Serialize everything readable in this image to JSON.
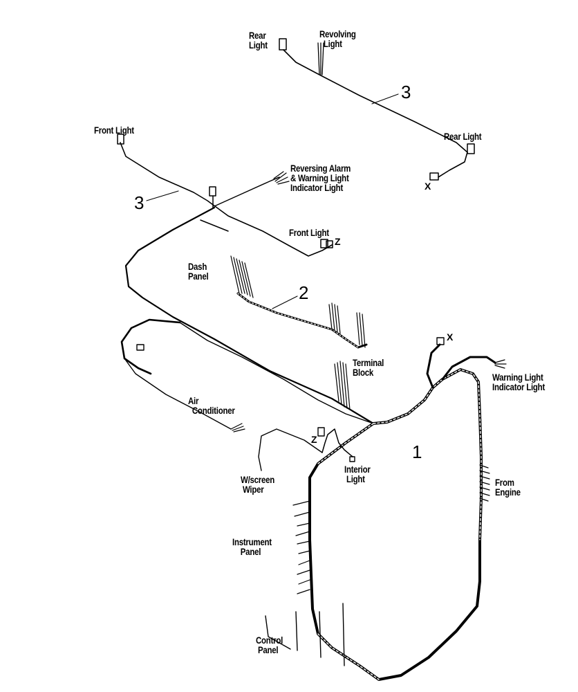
{
  "labels": {
    "rear_light_top": "Rear\nLight",
    "revolving_light": "Revolving\n  Light",
    "rear_light_right": "Rear Light",
    "front_light_left": "Front Light",
    "reversing_alarm": "Reversing Alarm\n& Warning Light\nIndicator Light",
    "front_light_mid": "Front Light",
    "dash_panel": "Dash\nPanel",
    "terminal_block": "Terminal\nBlock",
    "warning_light": "Warning Light\nIndicator Light",
    "air_conditioner": "Air\n  Conditioner",
    "interior_light": "Interior\n Light",
    "wscreen_wiper": "W/screen\n Wiper",
    "from_engine": "From\nEngine",
    "instrument_panel": "Instrument\n    Panel",
    "control_panel": "Control\n Panel"
  },
  "callouts": {
    "harness_3_top": "3",
    "harness_3_left": "3",
    "harness_2": "2",
    "harness_1": "1"
  },
  "connector_marks": {
    "x_upper": "X",
    "x_lower": "X",
    "z_upper": "Z",
    "z_lower": "Z"
  }
}
